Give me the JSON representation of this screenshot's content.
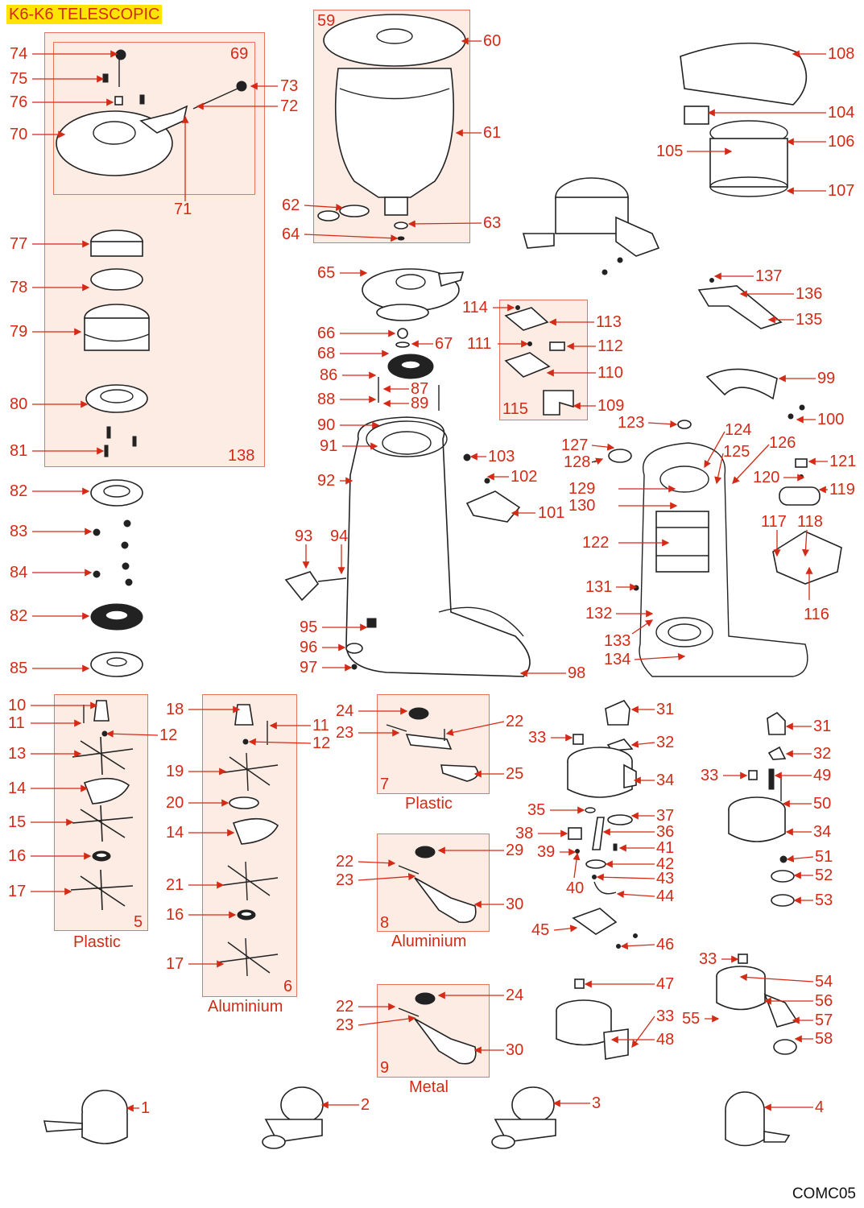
{
  "title": "K6-K6 TELESCOPIC",
  "drawing_code": "COMC05",
  "colors": {
    "label": "#d42a16",
    "box_border": "#e8735e",
    "box_fill": "#fdece4",
    "title_bg": "#ffe500"
  },
  "groups": [
    {
      "id": "138",
      "label": "138"
    },
    {
      "id": "69",
      "label": "69"
    },
    {
      "id": "59",
      "label": "59"
    },
    {
      "id": "115",
      "label": "115"
    },
    {
      "id": "5",
      "label": "5",
      "caption": "Plastic"
    },
    {
      "id": "6",
      "label": "6",
      "caption": "Aluminium"
    },
    {
      "id": "7",
      "label": "7",
      "caption": "Plastic"
    },
    {
      "id": "8",
      "label": "8",
      "caption": "Aluminium"
    },
    {
      "id": "9",
      "label": "9",
      "caption": "Metal"
    }
  ],
  "labels": [
    "74",
    "75",
    "76",
    "70",
    "71",
    "72",
    "73",
    "77",
    "78",
    "79",
    "80",
    "81",
    "82",
    "83",
    "84",
    "82",
    "85",
    "60",
    "61",
    "62",
    "63",
    "64",
    "65",
    "66",
    "67",
    "68",
    "86",
    "87",
    "88",
    "89",
    "90",
    "91",
    "92",
    "93",
    "94",
    "95",
    "96",
    "97",
    "98",
    "101",
    "102",
    "103",
    "114",
    "113",
    "111",
    "112",
    "110",
    "109",
    "108",
    "104",
    "105",
    "106",
    "107",
    "137",
    "136",
    "135",
    "99",
    "100",
    "123",
    "124",
    "125",
    "126",
    "127",
    "128",
    "129",
    "130",
    "121",
    "120",
    "119",
    "117",
    "118",
    "122",
    "131",
    "132",
    "133",
    "134",
    "116",
    "10",
    "11",
    "12",
    "13",
    "14",
    "15",
    "16",
    "17",
    "18",
    "11",
    "12",
    "19",
    "20",
    "14",
    "21",
    "16",
    "17",
    "24",
    "22",
    "23",
    "25",
    "22",
    "23",
    "29",
    "30",
    "22",
    "23",
    "24",
    "30",
    "31",
    "32",
    "33",
    "34",
    "35",
    "37",
    "36",
    "38",
    "39",
    "41",
    "40",
    "42",
    "43",
    "44",
    "45",
    "46",
    "31",
    "32",
    "33",
    "49",
    "50",
    "34",
    "51",
    "52",
    "53",
    "33",
    "47",
    "48",
    "33",
    "54",
    "56",
    "55",
    "57",
    "58",
    "1",
    "2",
    "3",
    "4"
  ]
}
